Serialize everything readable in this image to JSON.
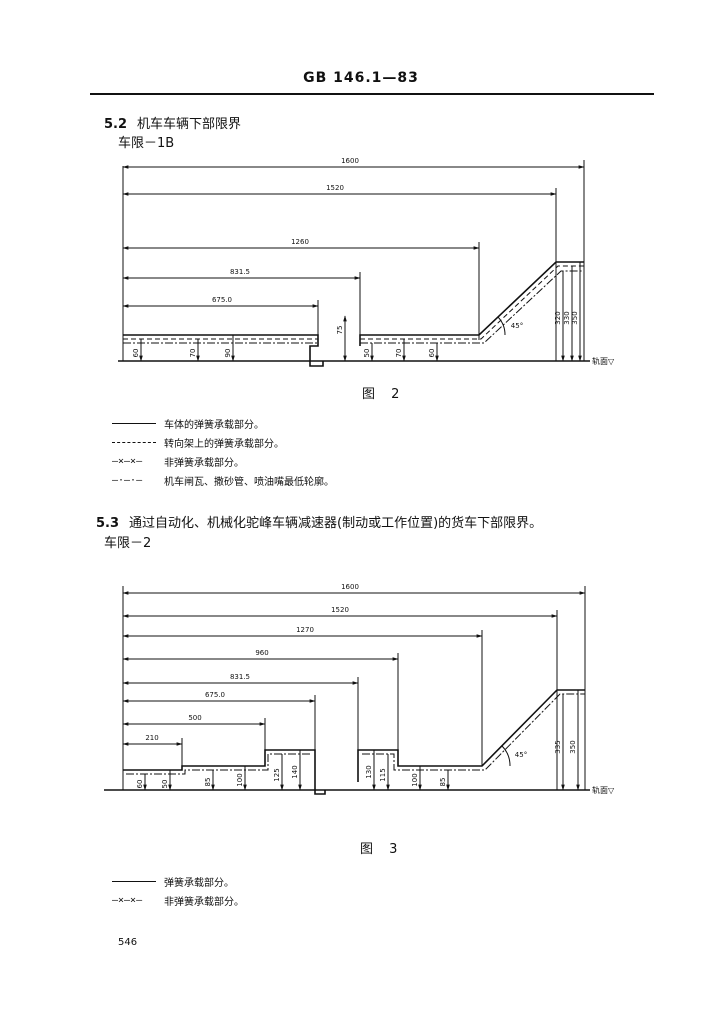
{
  "header": {
    "standard": "GB 146.1—83"
  },
  "section_52": {
    "number": "5.2",
    "title": "机车车辆下部限界",
    "subtitle": "车限－1B"
  },
  "figure2": {
    "caption": "图 2",
    "dims_horizontal": [
      "1600",
      "1520",
      "1260",
      "831.5",
      "675.0"
    ],
    "dims_vertical": [
      "60",
      "70",
      "90",
      "75",
      "50",
      "70",
      "60",
      "320",
      "330",
      "350"
    ],
    "angle": "45°",
    "rail_label": "轨面▽"
  },
  "legend2": [
    {
      "symbol": "",
      "style": "solid",
      "text": "车体的弹簧承载部分。"
    },
    {
      "symbol": "",
      "style": "dashed",
      "text": "转向架上的弹簧承载部分。"
    },
    {
      "symbol": "—×—×—",
      "style": "text",
      "text": "非弹簧承载部分。"
    },
    {
      "symbol": "—·—·—",
      "style": "text",
      "text": "机车闸瓦、撒砂管、喷油嘴最低轮廓。"
    }
  ],
  "section_53": {
    "number": "5.3",
    "title": "通过自动化、机械化驼峰车辆减速器(制动或工作位置)的货车下部限界。",
    "subtitle": "车限－2"
  },
  "figure3": {
    "caption": "图 3",
    "dims_horizontal": [
      "1600",
      "1520",
      "1270",
      "960",
      "831.5",
      "675.0",
      "500",
      "210"
    ],
    "dims_vertical": [
      "60",
      "50",
      "85",
      "100",
      "125",
      "140",
      "130",
      "115",
      "100",
      "85",
      "335",
      "350"
    ],
    "angle": "45°",
    "rail_label": "轨面▽"
  },
  "legend3": [
    {
      "symbol": "",
      "style": "solid",
      "text": "弹簧承载部分。"
    },
    {
      "symbol": "—×—×—",
      "style": "text",
      "text": "非弹簧承载部分。"
    }
  ],
  "page_number": "546"
}
